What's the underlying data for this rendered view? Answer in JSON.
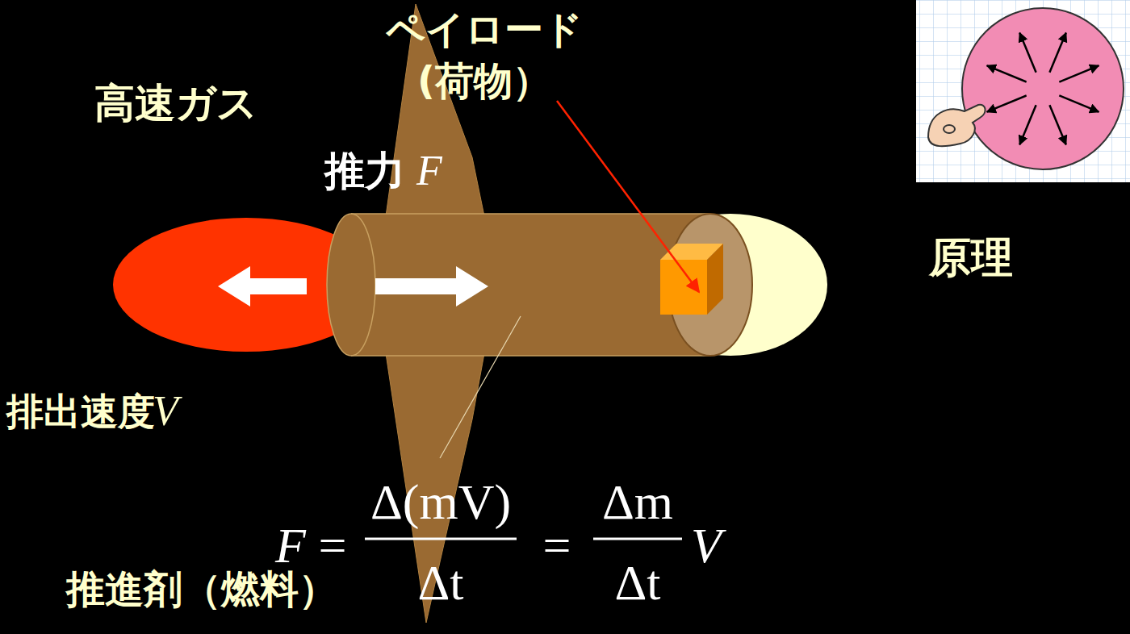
{
  "diagram": {
    "labels": [
      "高速ガス",
      "ペイロード",
      "(荷物）",
      "推力",
      "F",
      "原理",
      "排出速度",
      "V",
      "推進剤（燃料）",
      "F",
      "=",
      "Δ(mV)",
      "Δt",
      "=",
      "Δm",
      "Δt",
      "V"
    ]
  }
}
